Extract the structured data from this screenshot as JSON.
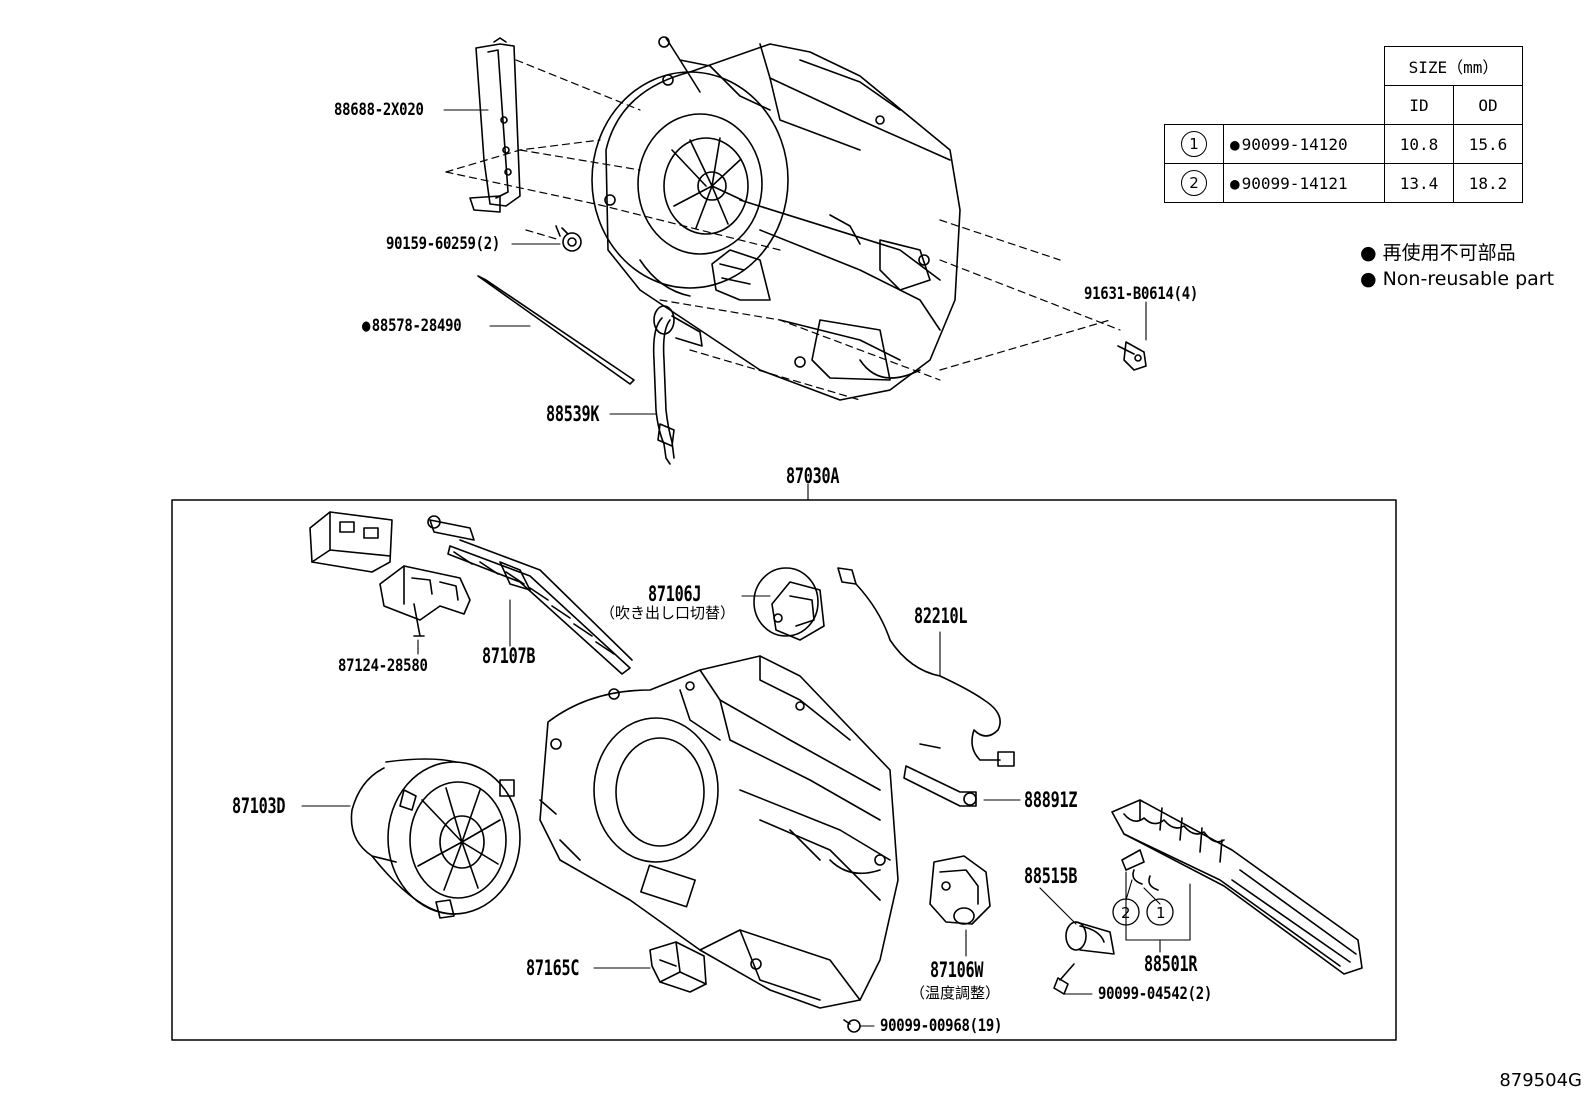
{
  "diagram": {
    "assembly_label": "87030A",
    "catalog_code": "879504G",
    "size_table": {
      "header": "SIZE（mm）",
      "col_id": "ID",
      "col_od": "OD",
      "rows": [
        {
          "ref": "1",
          "part": "90099-14120",
          "id": "10.8",
          "od": "15.6"
        },
        {
          "ref": "2",
          "part": "90099-14121",
          "id": "13.4",
          "od": "18.2"
        }
      ]
    },
    "legend": {
      "jp": "再使用不可部品",
      "en": "Non-reusable part"
    },
    "parts": {
      "p88688": "88688-2X020",
      "p90159": "90159-60259(2)",
      "p88578": "88578-28490",
      "p88539": "88539K",
      "p91631": "91631-B0614(4)",
      "p87124": "87124-28580",
      "p87107": "87107B",
      "p87106j": "87106J",
      "p87106j_note": "（吹き出し口切替）",
      "p82210": "82210L",
      "p88891": "88891Z",
      "p87103": "87103D",
      "p88515": "88515B",
      "p88501": "88501R",
      "p87165": "87165C",
      "p87106w": "87106W",
      "p87106w_note": "（温度調整）",
      "p90099_04542": "90099-04542(2)",
      "p90099_00968": "90099-00968(19)"
    },
    "callouts": {
      "c1": "1",
      "c2": "2"
    }
  }
}
